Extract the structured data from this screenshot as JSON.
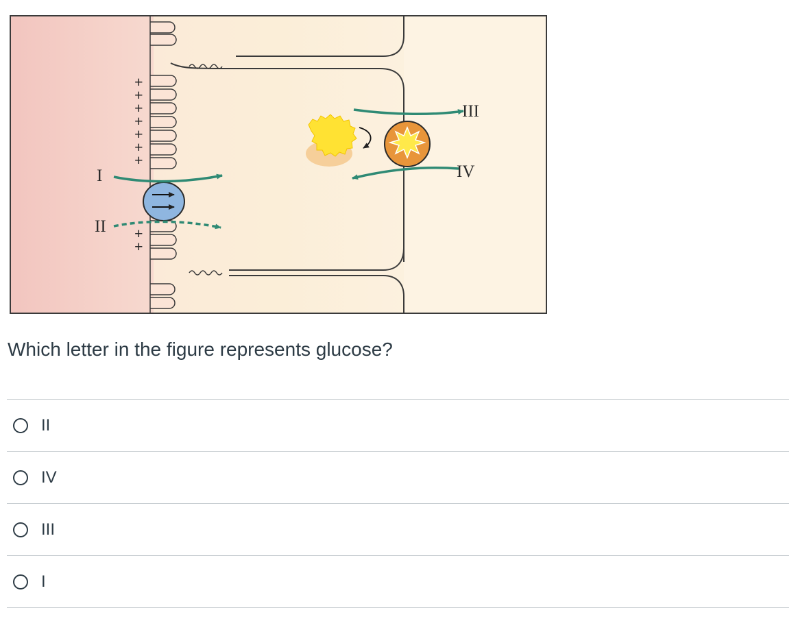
{
  "figure": {
    "labels": {
      "I": "I",
      "II": "II",
      "III": "III",
      "IV": "IV"
    },
    "plus_sign": "+",
    "colors": {
      "lumen": "#f3c9c4",
      "cell": "#fbecd6",
      "arrow": "#2f8a74",
      "symporter": "#8fb6e0",
      "glucose": "#ffe233",
      "glucose_shadow": "#f6cf9a",
      "pump": "#e8953a"
    }
  },
  "question": {
    "text": "Which letter in the figure represents glucose?"
  },
  "answers": [
    {
      "label": "II"
    },
    {
      "label": "IV"
    },
    {
      "label": "III"
    },
    {
      "label": "I"
    }
  ]
}
